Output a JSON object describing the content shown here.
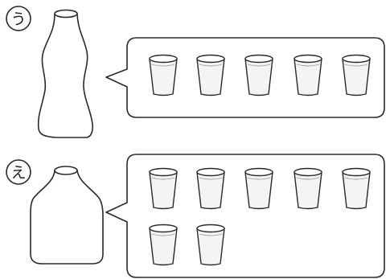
{
  "colors": {
    "stroke": "#2a2a2a",
    "background": "#ffffff",
    "cup_fill": "#f4f4f4"
  },
  "items": [
    {
      "label": "う",
      "container_icon": "bottle-icon",
      "cup_count": 5
    },
    {
      "label": "え",
      "container_icon": "jar-icon",
      "cup_count": 7
    }
  ]
}
